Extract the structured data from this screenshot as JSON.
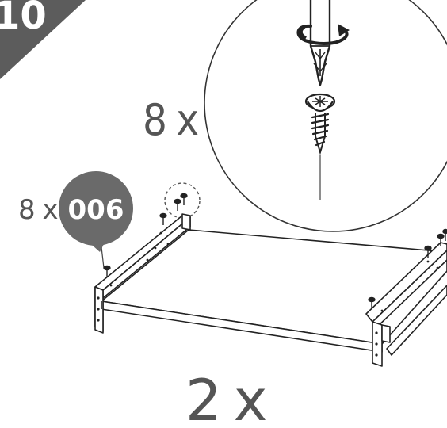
{
  "step": {
    "number": "10"
  },
  "detail": {
    "quantity": "8 x"
  },
  "callout": {
    "quantity": "8 x",
    "part_code": "006"
  },
  "assembly": {
    "quantity": "2 x"
  },
  "colors": {
    "step_badge": "#5c5c5c",
    "part_bubble": "#6a6a6a",
    "line": "#222222",
    "label_text": "#555555"
  },
  "icons": [
    "rotation-arrow-icon",
    "screwdriver-bit-icon",
    "wood-screw-icon",
    "screw-icon"
  ]
}
